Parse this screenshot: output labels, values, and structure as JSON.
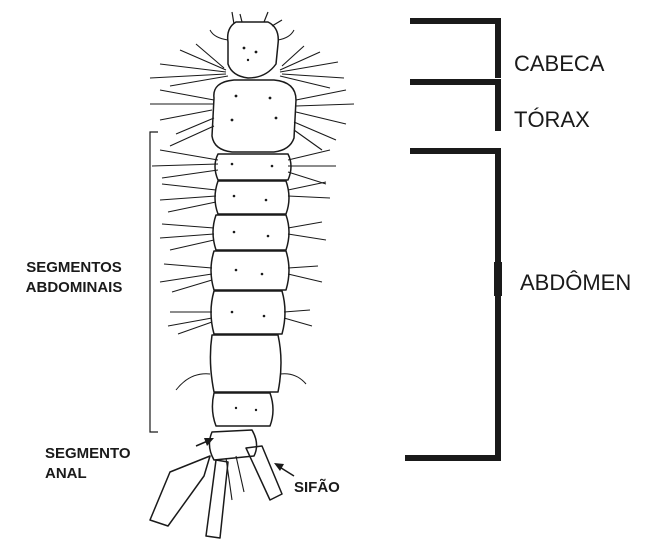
{
  "regions": {
    "cabeca": "CABECA",
    "torax": "TÓRAX",
    "abdomen": "ABDÔMEN"
  },
  "annotations": {
    "segmentos_abdominais_line1": "SEGMENTOS",
    "segmentos_abdominais_line2": "ABDOMINAIS",
    "segmento_anal_line1": "SEGMENTO",
    "segmento_anal_line2": "ANAL",
    "sifao": "SIFÃO"
  },
  "colors": {
    "ink": "#1a1a1a",
    "background": "#ffffff"
  }
}
